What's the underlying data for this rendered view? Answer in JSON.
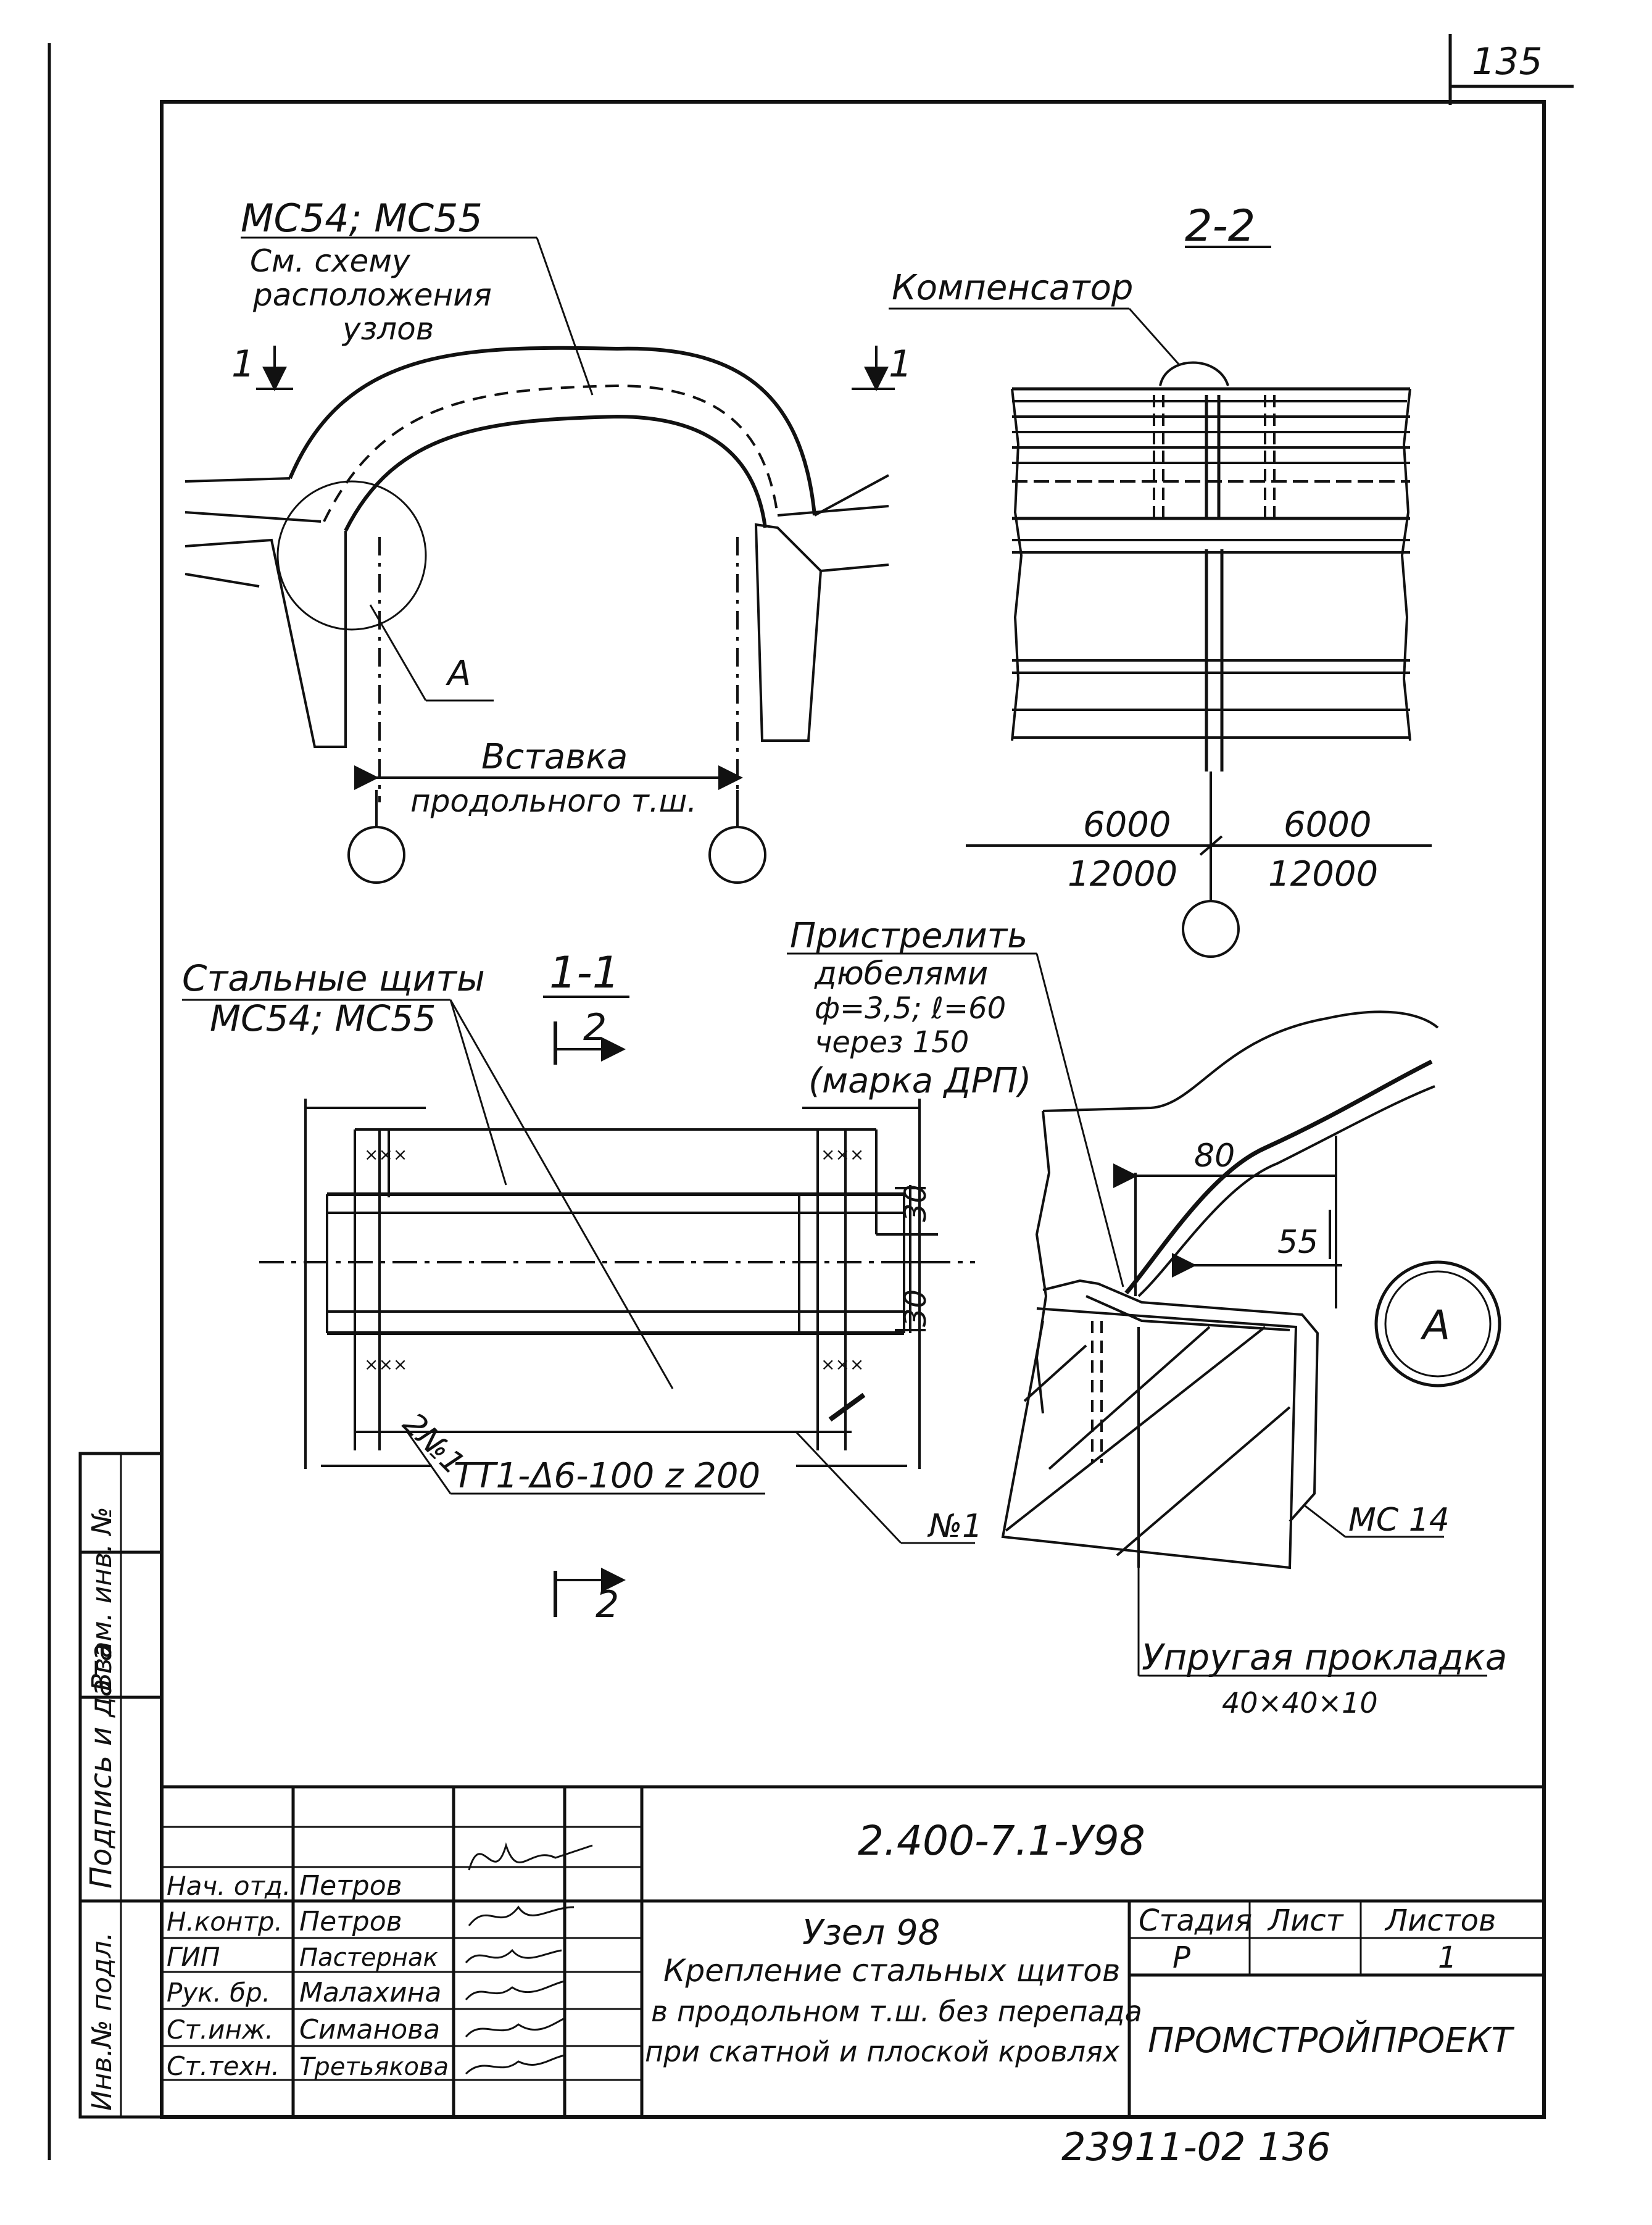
{
  "page_number": "135",
  "top_left_section": {
    "ref_label": "МС54; МС55",
    "ref_note": [
      "См. схему",
      "расположения",
      "узлов"
    ],
    "section_mark_left": "1",
    "section_mark_right": "1",
    "callout_letter": "А",
    "insert_label": [
      "Вставка",
      "продольного т.ш."
    ]
  },
  "top_right_section": {
    "title": "2-2",
    "compensator_label": "Компенсатор",
    "dim_left_top": "6000",
    "dim_left_bottom": "12000",
    "dim_right_top": "6000",
    "dim_right_bottom": "12000"
  },
  "middle_left_section": {
    "title": "1-1",
    "section_mark": "2",
    "section_mark_bottom": "2",
    "shields_label": [
      "Стальные щиты",
      "МС54; МС55"
    ],
    "dim_30_top": "30",
    "dim_30_bottom": "30",
    "weld_note": "2№1",
    "weld_spec": "ТТ1-Δ6-100 z 200",
    "item_ref": "№1"
  },
  "detail_a": {
    "note": [
      "Пристрелить",
      "дюбелями",
      "ф=3,5;  ℓ=60",
      "через 150",
      "(марка ДРП)"
    ],
    "dim_80": "80",
    "dim_55": "55",
    "callout_letter": "А",
    "mc14_label": "МС 14",
    "gasket_label": "Упругая прокладка",
    "gasket_size": "40×40×10"
  },
  "side_stamp": [
    "Инв.№ подл.",
    "Подпись и дата",
    "Взам. инв. №"
  ],
  "title_block": {
    "doc_code": "2.400-7.1-У98",
    "roles": [
      "Нач. отд.",
      "Н.контр.",
      "ГИП",
      "Рук. бр.",
      "Ст.инж.",
      "Ст.техн."
    ],
    "names": [
      "Петров",
      "Петров",
      "Пастернак",
      "Малахина",
      "Симанова",
      "Третьякова"
    ],
    "node_title": "Узел 98",
    "description": [
      "Крепление стальных щитов",
      "в продольном т.ш. без перепада",
      "при скатной и плоской кровлях"
    ],
    "stage_header": "Стадия",
    "sheet_header": "Лист",
    "sheets_header": "Листов",
    "stage_value": "Р",
    "sheet_value": "",
    "sheets_value": "1",
    "org": "ПРОМСТРОЙПРОЕКТ"
  },
  "archive_number": "23911-02  136"
}
